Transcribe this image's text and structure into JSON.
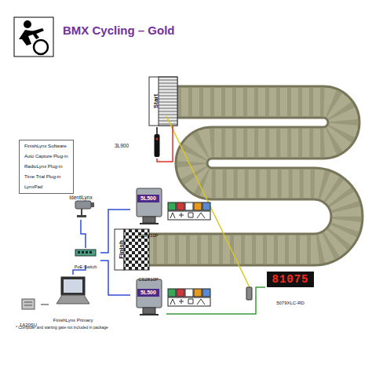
{
  "diagram": {
    "title": "BMX Cycling – Gold",
    "nodes": [
      {
        "text": [
          "FinishLynx Software",
          "Auto Capture Plug-in",
          "RadioLynx Plug-in",
          "Time Trial Plug-in",
          "LynxPad"
        ]
      },
      {
        "text": [
          "Start"
        ]
      },
      {
        "text": [
          "Finish"
        ]
      },
      {
        "text": [
          "3L900"
        ]
      },
      {
        "text": [
          "IdentiLynx"
        ]
      },
      {
        "text": [
          "5L500",
          "CS2810P"
        ]
      },
      {
        "text": [
          "5L500",
          "CS2810P"
        ]
      },
      {
        "text": [
          "PoE-Switch"
        ]
      },
      {
        "text": [
          "FinishLynx Primary"
        ]
      },
      {
        "text": [
          "1A20SU"
        ]
      },
      {
        "text": [
          "81075",
          "5079XLC-RD"
        ]
      }
    ],
    "edges": [
      {
        "from": 3,
        "to": 1,
        "arrow": "none"
      },
      {
        "from": 4,
        "to": 7,
        "arrow": "none"
      },
      {
        "from": 5,
        "to": 7,
        "arrow": "none"
      },
      {
        "from": 6,
        "to": 7,
        "arrow": "none"
      },
      {
        "from": 7,
        "to": 8,
        "arrow": "none"
      },
      {
        "from": 9,
        "to": 8,
        "arrow": "none"
      },
      {
        "from": 6,
        "to": 10,
        "arrow": "none"
      }
    ],
    "labels": [
      "* Computer and starting gate not included in package"
    ]
  }
}
